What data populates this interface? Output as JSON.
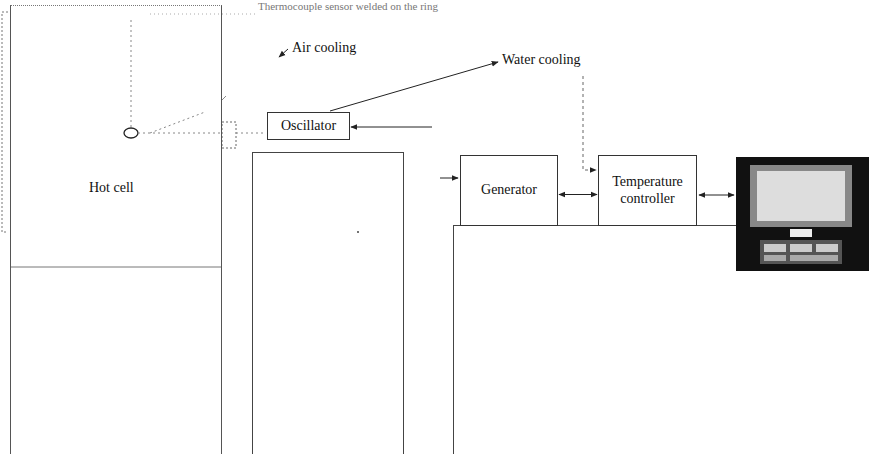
{
  "diagram": {
    "nodes": [
      {
        "text": [
          "Hot cell"
        ]
      },
      {
        "text": [
          "Oscillator"
        ]
      },
      {
        "text": [
          "Generator"
        ]
      },
      {
        "text": [
          "Temperature controller"
        ]
      }
    ],
    "edges": [
      {
        "from": 2,
        "to": 3,
        "arrow": "both"
      }
    ],
    "labels": [
      "Thermocouple sensor welded on the ring",
      "Air cooling",
      "Water cooling"
    ]
  }
}
